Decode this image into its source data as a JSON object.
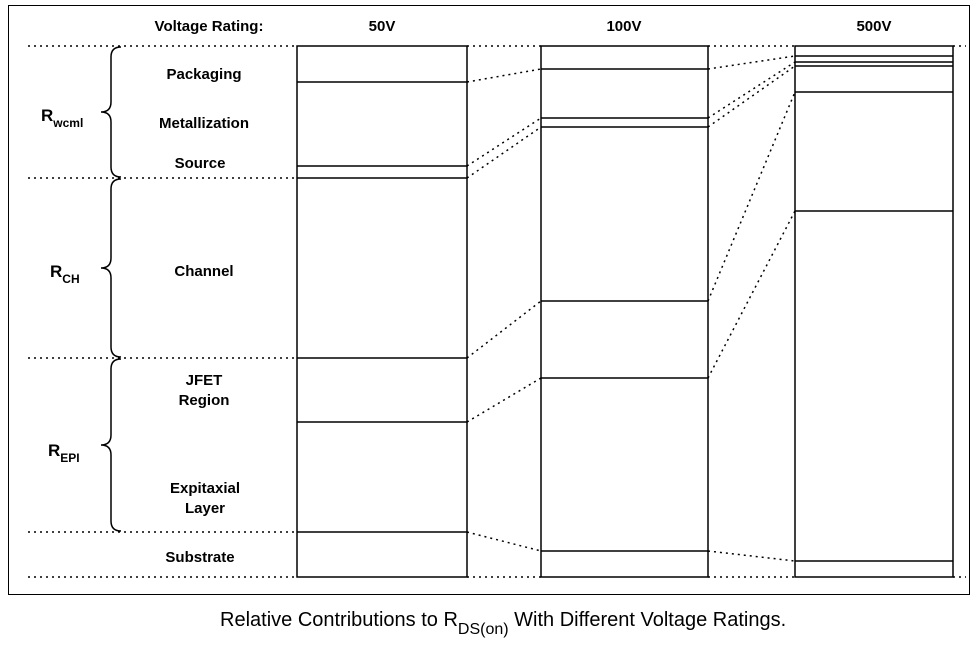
{
  "header": {
    "rating_label": "Voltage Rating:",
    "columns": [
      "50V",
      "100V",
      "500V"
    ]
  },
  "groups": [
    {
      "symbol": "R",
      "subscript": "wcml"
    },
    {
      "symbol": "R",
      "subscript": "CH"
    },
    {
      "symbol": "R",
      "subscript": "EPI"
    }
  ],
  "components": {
    "packaging": "Packaging",
    "metallization": "Metallization",
    "source": "Source",
    "channel": "Channel",
    "jfet_line1": "JFET",
    "jfet_line2": "Region",
    "epi_line1": "Expitaxial",
    "epi_line2": "Layer",
    "substrate": "Substrate"
  },
  "caption": {
    "before": "Relative Contributions to R",
    "subscript": "DS(on)",
    "after": " With Different Voltage Ratings."
  }
}
